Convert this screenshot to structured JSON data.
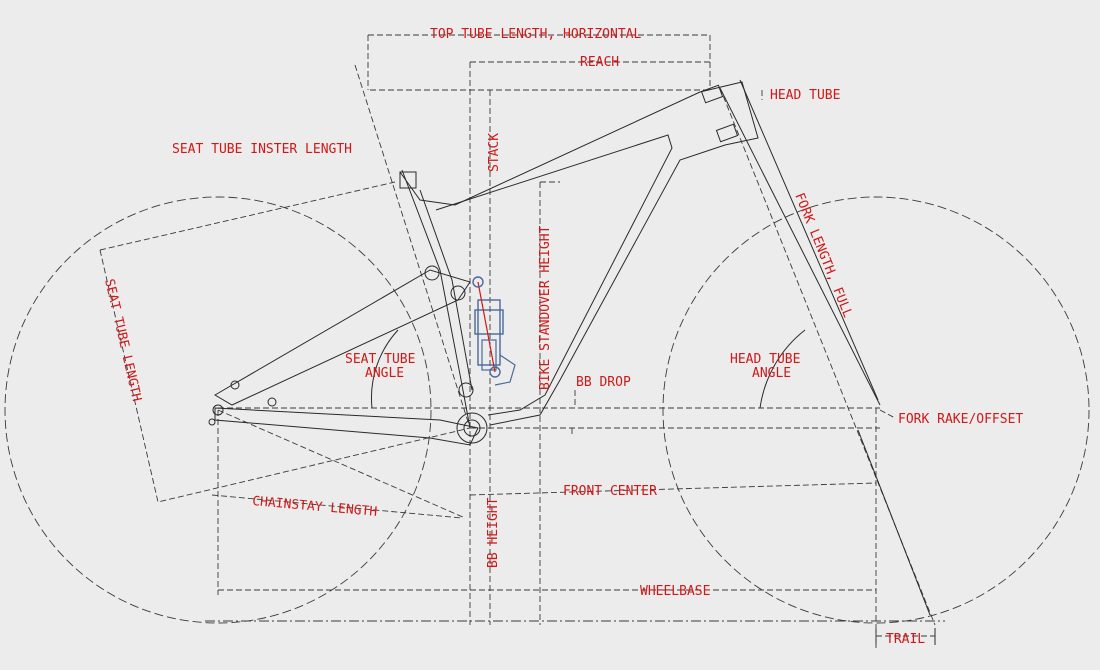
{
  "labels": {
    "top_tube": "TOP TUBE LENGTH, HORIZONTAL",
    "reach": "REACH",
    "head_tube": "HEAD TUBE",
    "seat_tube_insert": "SEAT TUBE INSTER LENGTH",
    "stack": "STACK",
    "standover": "BIKE STANDOVER HEIGHT",
    "fork_length": "FORK LENGTH, FULL",
    "seat_tube_length": "SEAT TUBE LENGTH",
    "seat_tube_angle": [
      "SEAT TUBE",
      "ANGLE"
    ],
    "head_tube_angle": [
      "HEAD TUBE",
      "ANGLE"
    ],
    "bb_drop": "BB DROP",
    "fork_rake": "FORK RAKE/OFFSET",
    "front_center": "FRONT CENTER",
    "chainstay": "CHAINSTAY LENGTH",
    "bb_height": "BB HEIGHT",
    "wheelbase": "WHEELBASE",
    "trail": "TRAIL"
  },
  "colors": {
    "background": "#ececec",
    "line": "#2a2a2a",
    "label": "#d01818",
    "shock": "#4a6a9a"
  }
}
